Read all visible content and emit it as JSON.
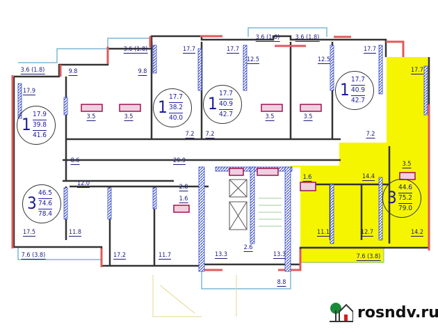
{
  "colors": {
    "highlight": "#f5f500",
    "wall_red": "#e05a5a",
    "wall_blue": "#2d7fd0",
    "hatch_blue": "#3a4fc8",
    "balcony": "#7ab8d8",
    "text": "#1a1a7a"
  },
  "apartments": [
    {
      "rooms": "1",
      "living": "17.9",
      "total": "39.8",
      "total_with_balcony": "41.6"
    },
    {
      "rooms": "1",
      "living": "17.7",
      "total": "38.2",
      "total_with_balcony": "40.0"
    },
    {
      "rooms": "1",
      "living": "17.7",
      "total": "40.9",
      "total_with_balcony": "42.7"
    },
    {
      "rooms": "1",
      "living": "17.7",
      "total": "40.9",
      "total_with_balcony": "42.7"
    },
    {
      "rooms": "3",
      "living": "46.5",
      "total": "74.6",
      "total_with_balcony": "78.4"
    },
    {
      "rooms": "3",
      "living": "44.6",
      "total": "75.2",
      "total_with_balcony": "79.0",
      "highlighted": true
    }
  ],
  "room_labels": [
    "3.6 (1.8)",
    "9.8",
    "9.8",
    "3.6 (1.8)",
    "17.7",
    "17.7",
    "3.6 (1.8)",
    "3.6 (1.8)",
    "12.5",
    "12.5",
    "17.7",
    "17.7",
    "17.9",
    "3.5",
    "3.5",
    "3.5",
    "3.5",
    "7.2",
    "7.2",
    "7.2",
    "8.6",
    "29.9",
    "3.5",
    "12.0",
    "2.8",
    "1.6",
    "1.6",
    "14.4",
    "17.5",
    "11.8",
    "11.1",
    "12.7",
    "14.2",
    "7.6 (3.8)",
    "17.2",
    "11.7",
    "13.3",
    "2.6",
    "13.3",
    "7.6 (3.8)",
    "8.8"
  ],
  "logo": {
    "text": "rosndv.ru",
    "icon": "house-tree-icon"
  }
}
